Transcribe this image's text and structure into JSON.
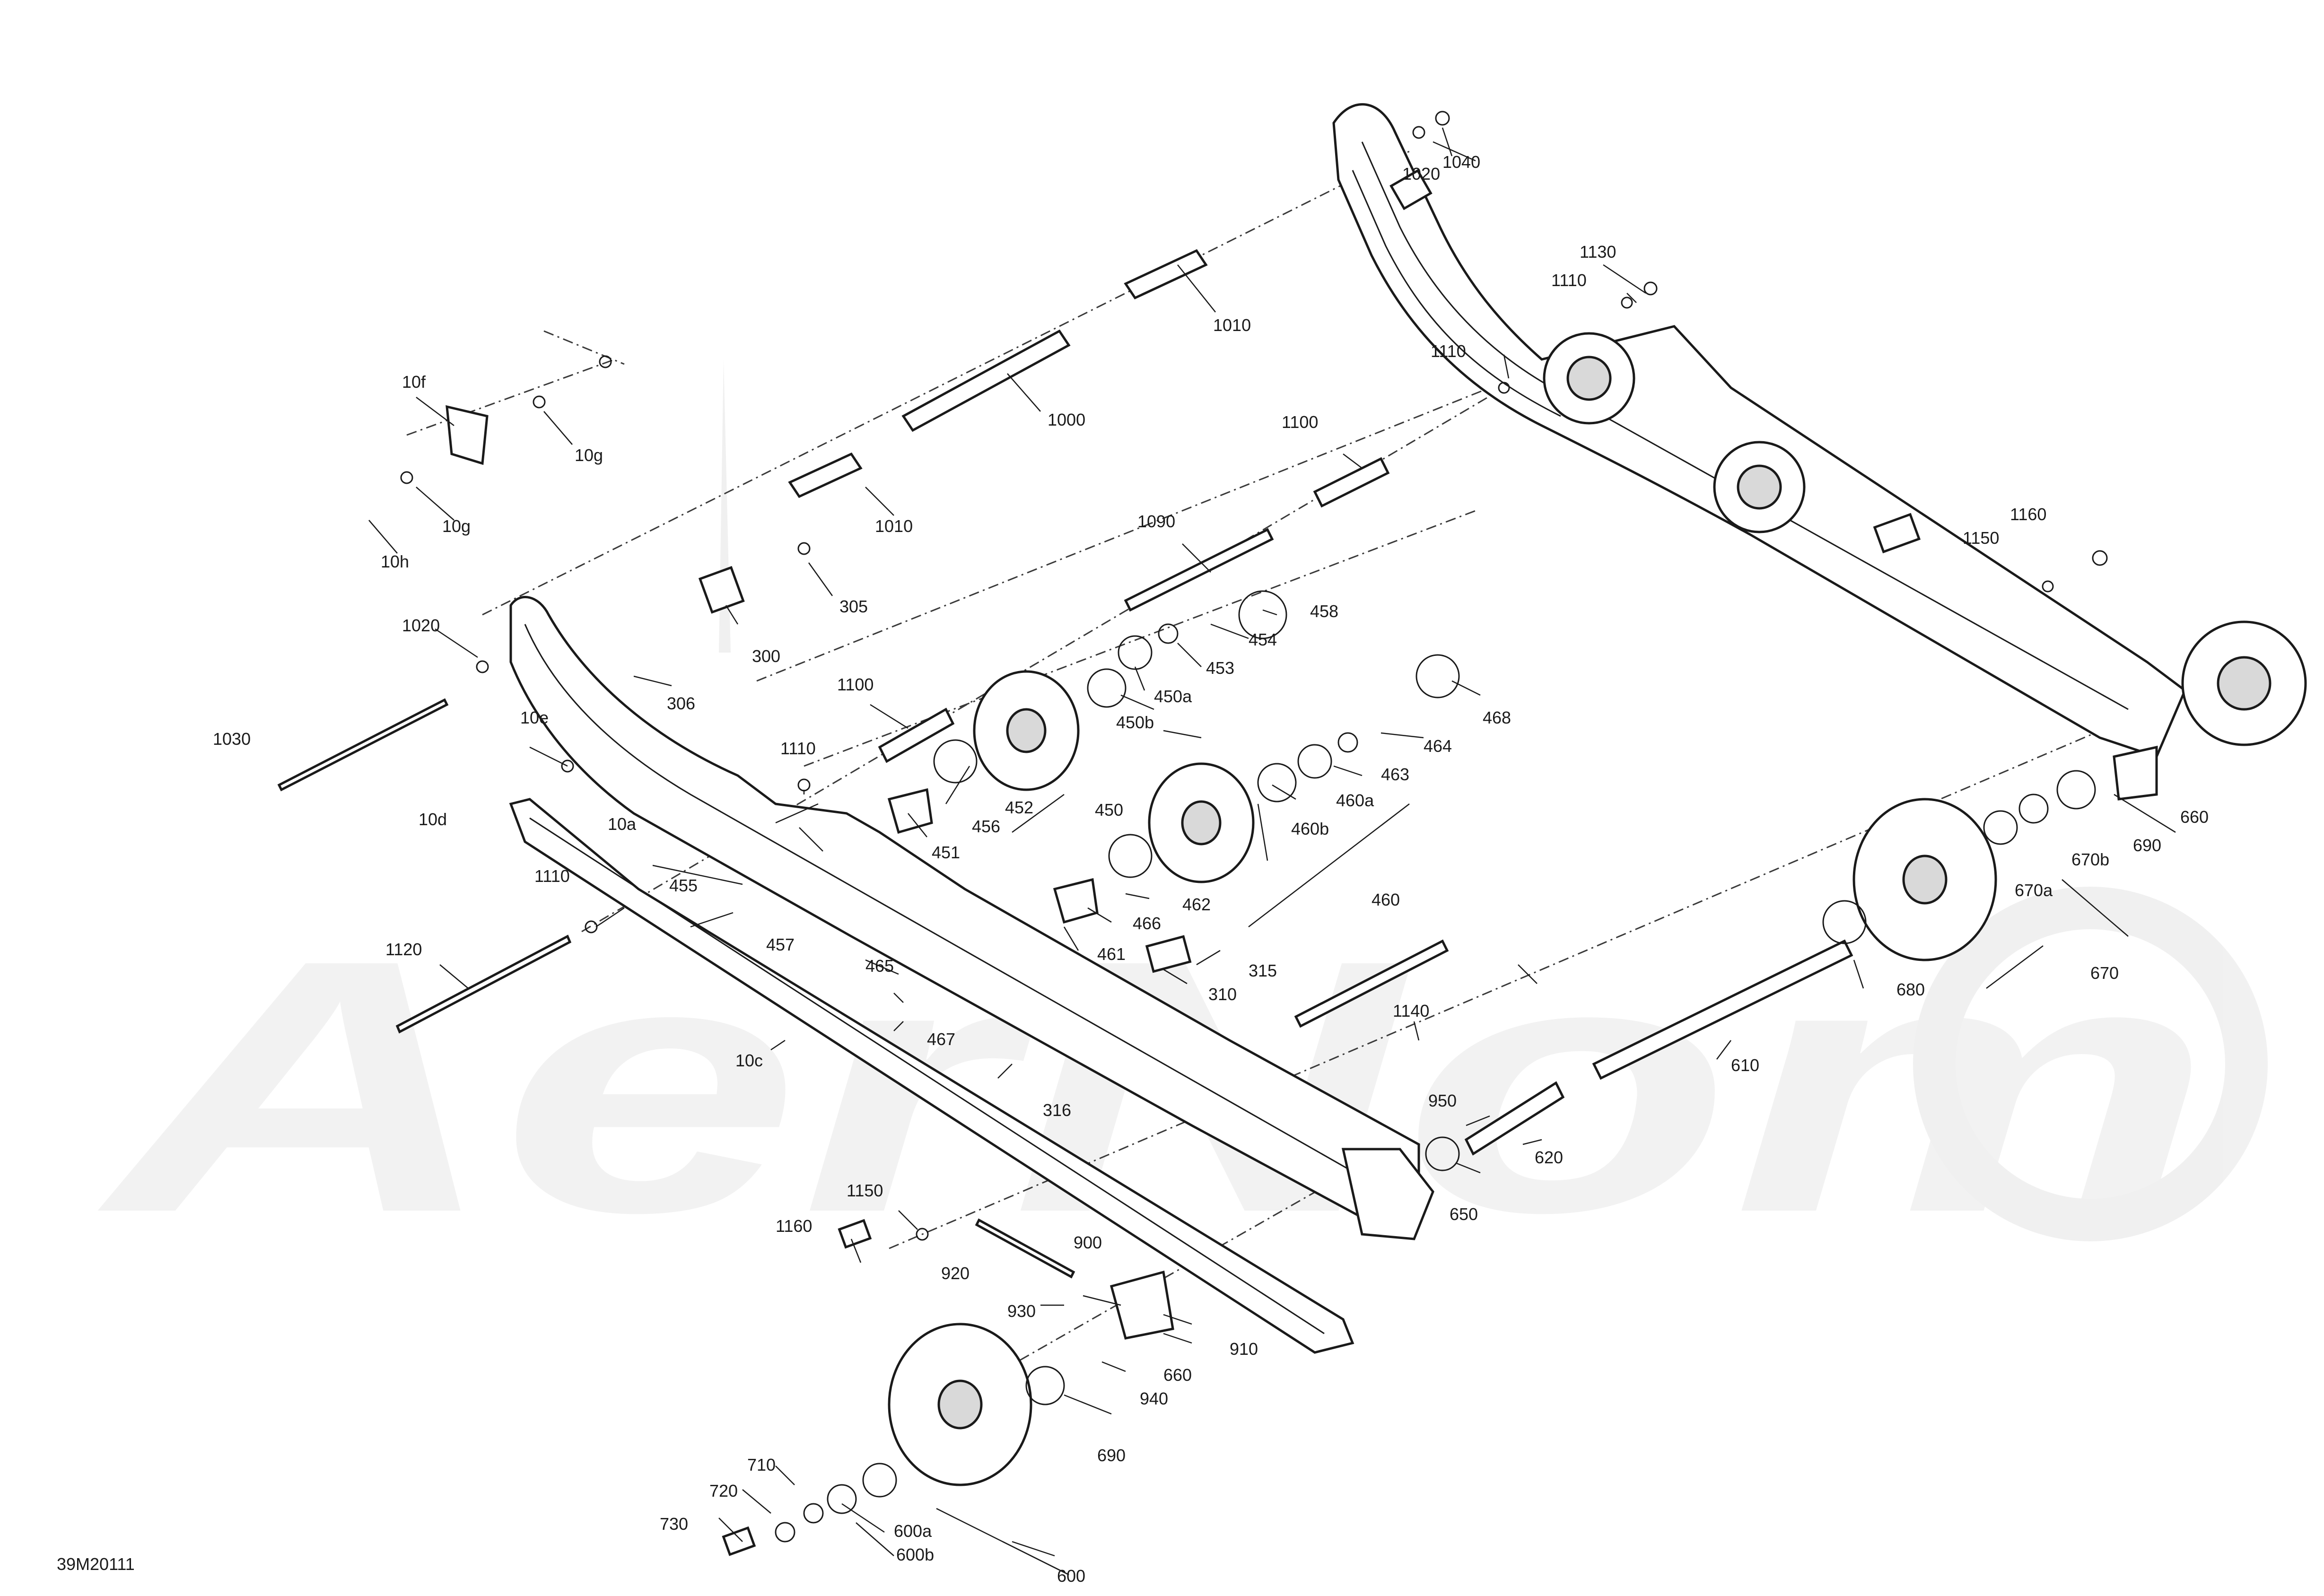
{
  "diagram": {
    "code": "39M20111",
    "watermark": "AerNom",
    "callouts": [
      {
        "id": "c1040",
        "text": "1040"
      },
      {
        "id": "c1020a",
        "text": "1020"
      },
      {
        "id": "c1130",
        "text": "1130"
      },
      {
        "id": "c1110a",
        "text": "1110"
      },
      {
        "id": "c1010a",
        "text": "1010"
      },
      {
        "id": "c1110b",
        "text": "1110"
      },
      {
        "id": "c1000",
        "text": "1000"
      },
      {
        "id": "c1100a",
        "text": "1100"
      },
      {
        "id": "c10f",
        "text": "10f"
      },
      {
        "id": "c10g1",
        "text": "10g"
      },
      {
        "id": "c10g2",
        "text": "10g"
      },
      {
        "id": "c10h",
        "text": "10h"
      },
      {
        "id": "c1010b",
        "text": "1010"
      },
      {
        "id": "c1090",
        "text": "1090"
      },
      {
        "id": "c1160a",
        "text": "1160"
      },
      {
        "id": "c1150a",
        "text": "1150"
      },
      {
        "id": "c305",
        "text": "305"
      },
      {
        "id": "c458",
        "text": "458"
      },
      {
        "id": "c1020b",
        "text": "1020"
      },
      {
        "id": "c300",
        "text": "300"
      },
      {
        "id": "c454",
        "text": "454"
      },
      {
        "id": "c453",
        "text": "453"
      },
      {
        "id": "c450a",
        "text": "450a"
      },
      {
        "id": "c306",
        "text": "306"
      },
      {
        "id": "c1100b",
        "text": "1100"
      },
      {
        "id": "c450b",
        "text": "450b"
      },
      {
        "id": "c468",
        "text": "468"
      },
      {
        "id": "c1030",
        "text": "1030"
      },
      {
        "id": "c10e",
        "text": "10e"
      },
      {
        "id": "c464",
        "text": "464"
      },
      {
        "id": "c1110c",
        "text": "1110"
      },
      {
        "id": "c452",
        "text": "452"
      },
      {
        "id": "c463",
        "text": "463"
      },
      {
        "id": "c10d",
        "text": "10d"
      },
      {
        "id": "c450",
        "text": "450"
      },
      {
        "id": "c460a",
        "text": "460a"
      },
      {
        "id": "c10a",
        "text": "10a"
      },
      {
        "id": "c456",
        "text": "456"
      },
      {
        "id": "c460b",
        "text": "460b"
      },
      {
        "id": "c660a",
        "text": "660"
      },
      {
        "id": "c451",
        "text": "451"
      },
      {
        "id": "c690a",
        "text": "690"
      },
      {
        "id": "c670b",
        "text": "670b"
      },
      {
        "id": "c455",
        "text": "455"
      },
      {
        "id": "c462",
        "text": "462"
      },
      {
        "id": "c460",
        "text": "460"
      },
      {
        "id": "c1110d",
        "text": "1110"
      },
      {
        "id": "c670a",
        "text": "670a"
      },
      {
        "id": "c457",
        "text": "457"
      },
      {
        "id": "c466",
        "text": "466"
      },
      {
        "id": "c461",
        "text": "461"
      },
      {
        "id": "c1120",
        "text": "1120"
      },
      {
        "id": "c465",
        "text": "465"
      },
      {
        "id": "c315",
        "text": "315"
      },
      {
        "id": "c670",
        "text": "670"
      },
      {
        "id": "c310",
        "text": "310"
      },
      {
        "id": "c680",
        "text": "680"
      },
      {
        "id": "c1140",
        "text": "1140"
      },
      {
        "id": "c467",
        "text": "467"
      },
      {
        "id": "c10c",
        "text": "10c"
      },
      {
        "id": "c610",
        "text": "610"
      },
      {
        "id": "c316",
        "text": "316"
      },
      {
        "id": "c950",
        "text": "950"
      },
      {
        "id": "c620",
        "text": "620"
      },
      {
        "id": "c650",
        "text": "650"
      },
      {
        "id": "c1150b",
        "text": "1150"
      },
      {
        "id": "c1160b",
        "text": "1160"
      },
      {
        "id": "c900",
        "text": "900"
      },
      {
        "id": "c920",
        "text": "920"
      },
      {
        "id": "c930",
        "text": "930"
      },
      {
        "id": "c910",
        "text": "910"
      },
      {
        "id": "c660b",
        "text": "660"
      },
      {
        "id": "c940",
        "text": "940"
      },
      {
        "id": "c690b",
        "text": "690"
      },
      {
        "id": "c710",
        "text": "710"
      },
      {
        "id": "c720",
        "text": "720"
      },
      {
        "id": "c600a",
        "text": "600a"
      },
      {
        "id": "c730",
        "text": "730"
      },
      {
        "id": "c600b",
        "text": "600b"
      },
      {
        "id": "c600",
        "text": "600"
      }
    ]
  }
}
